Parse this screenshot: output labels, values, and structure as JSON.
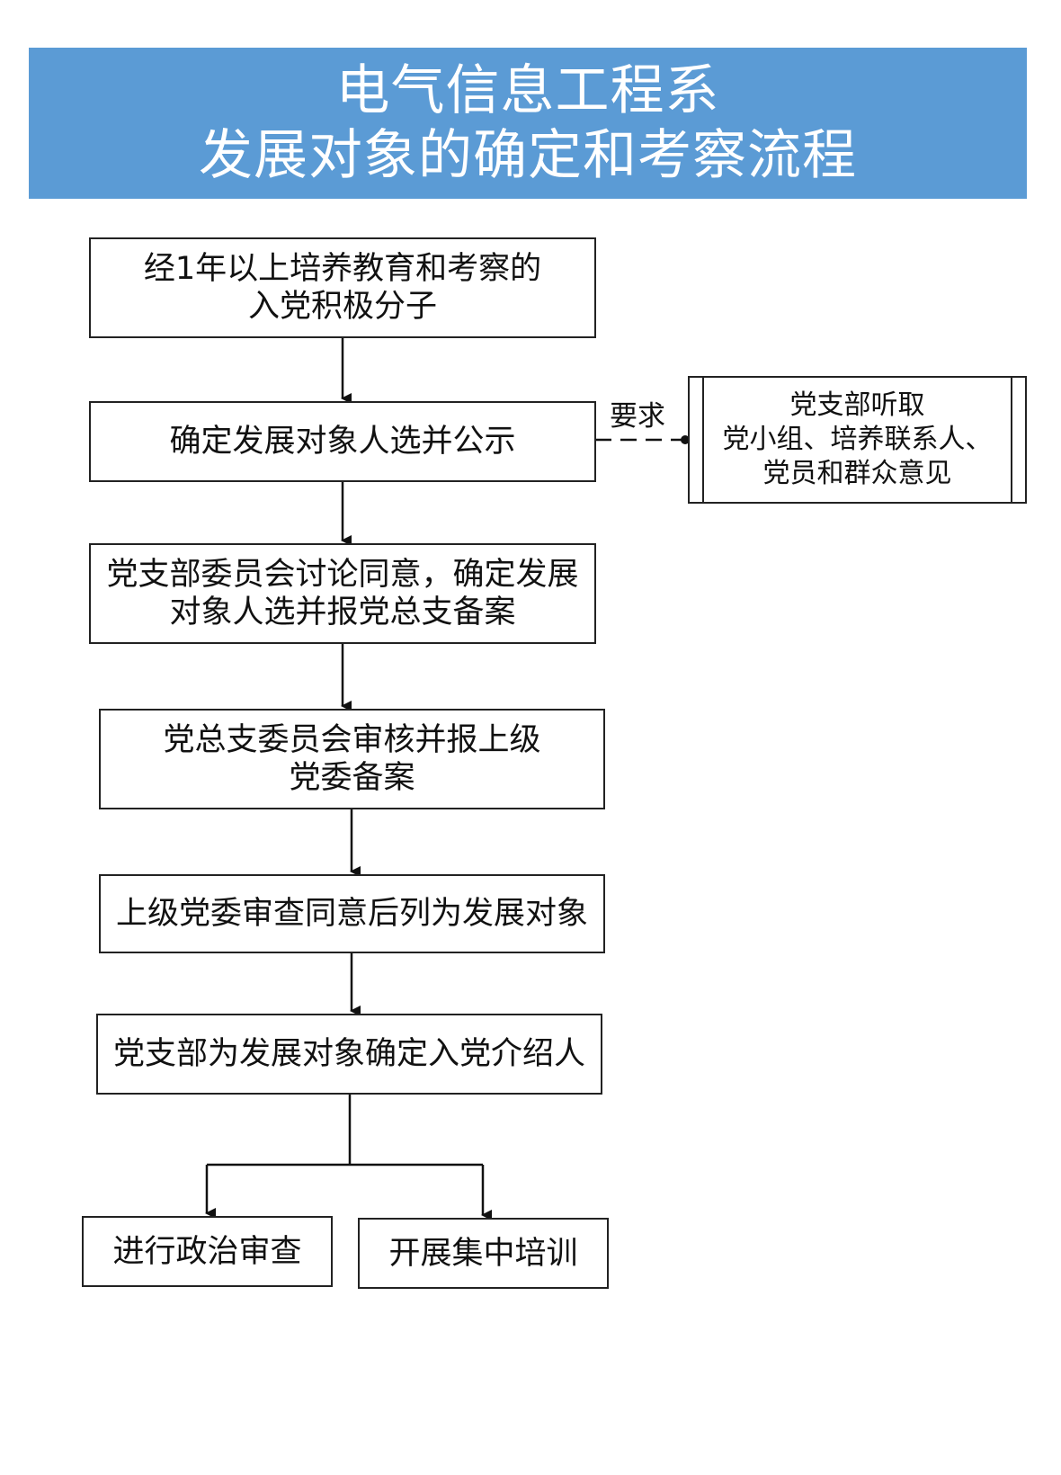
{
  "header": {
    "title_line1": "电气信息工程系",
    "title_line2": "发展对象的确定和考察流程",
    "background_color": "#5b9bd5"
  },
  "steps": [
    {
      "lines": [
        "经1年以上培养教育和考察的",
        "入党积极分子"
      ]
    },
    {
      "lines": [
        "确定发展对象人选并公示"
      ]
    },
    {
      "lines": [
        "党支部委员会讨论同意，确定发展",
        "对象人选并报党总支备案"
      ]
    },
    {
      "lines": [
        "党总支委员会审核并报上级",
        "党委备案"
      ]
    },
    {
      "lines": [
        "上级党委审查同意后列为发展对象"
      ]
    },
    {
      "lines": [
        "党支部为发展对象确定入党介绍人"
      ]
    }
  ],
  "branches": [
    {
      "label": "进行政治审查"
    },
    {
      "label": "开展集中培训"
    }
  ],
  "side_note": {
    "edge_label": "要求",
    "lines": [
      "党支部听取",
      "党小组、培养联系人、",
      "党员和群众意见"
    ]
  }
}
